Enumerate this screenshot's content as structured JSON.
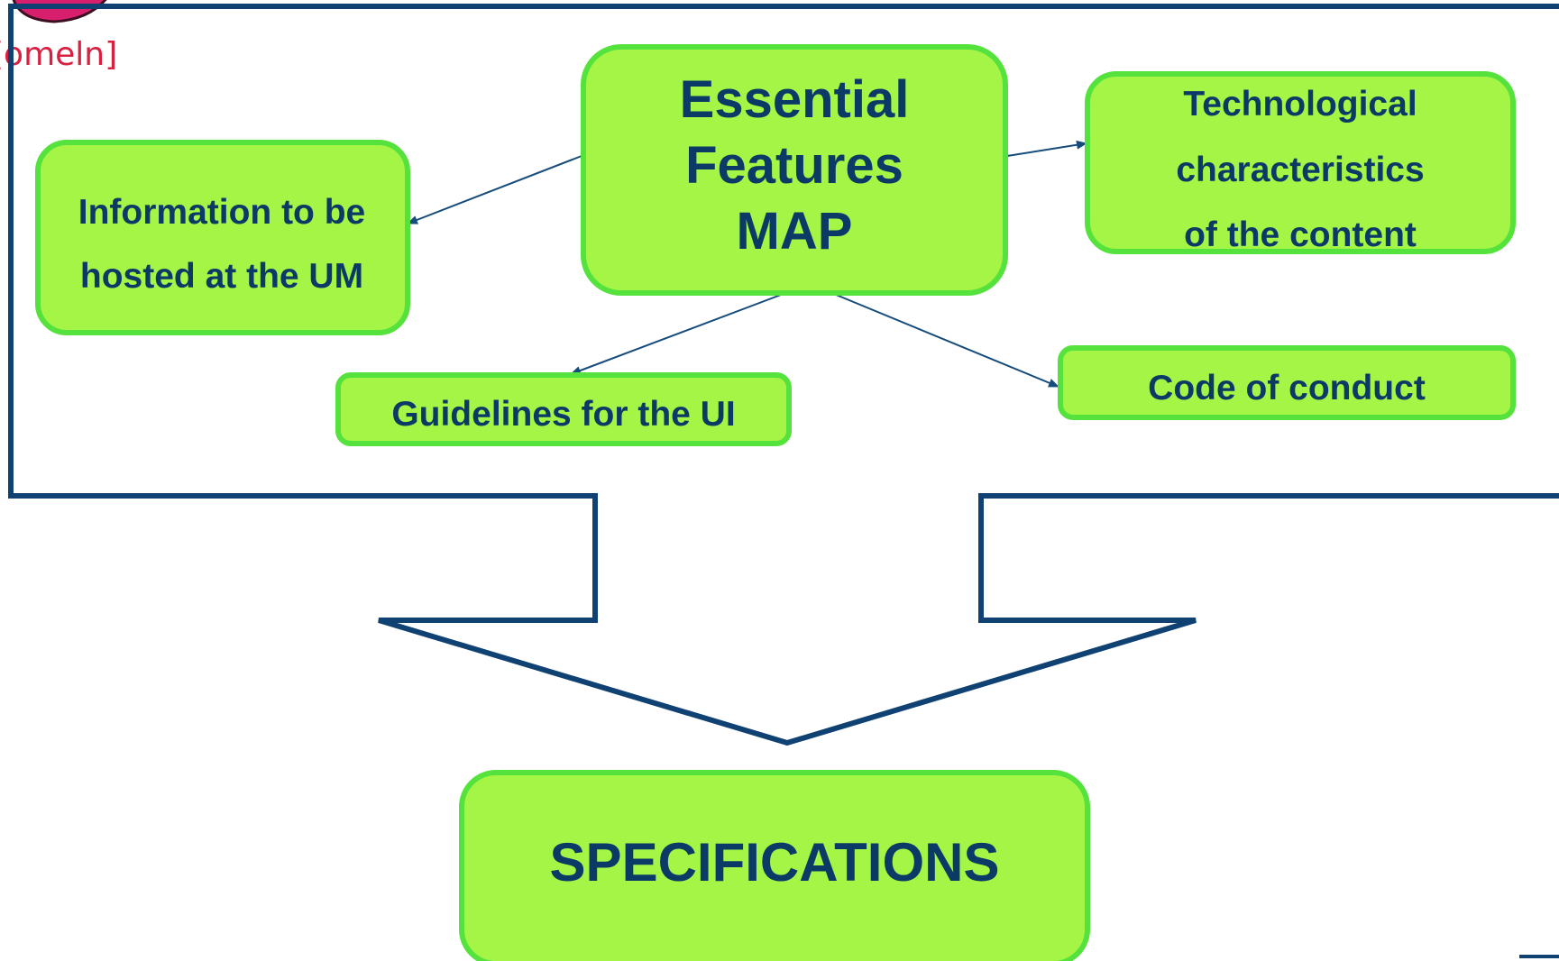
{
  "logo": {
    "text": "[omeln]"
  },
  "map_node": {
    "lines": [
      "Essential",
      "Features",
      "MAP"
    ]
  },
  "info_node": {
    "lines": [
      "Information to be",
      "hosted at the UM"
    ]
  },
  "tech_node": {
    "lines": [
      "Technological",
      "characteristics",
      "of the content"
    ]
  },
  "guidelines_node": {
    "label": "Guidelines for the UI"
  },
  "conduct_node": {
    "label": "Code of conduct"
  },
  "spec_node": {
    "label": "SPECIFICATIONS"
  },
  "colors": {
    "box_fill": "#a4f546",
    "box_border": "#55e23c",
    "text": "#0c3a66",
    "frame": "#0f4173",
    "logo": "#d92040"
  }
}
